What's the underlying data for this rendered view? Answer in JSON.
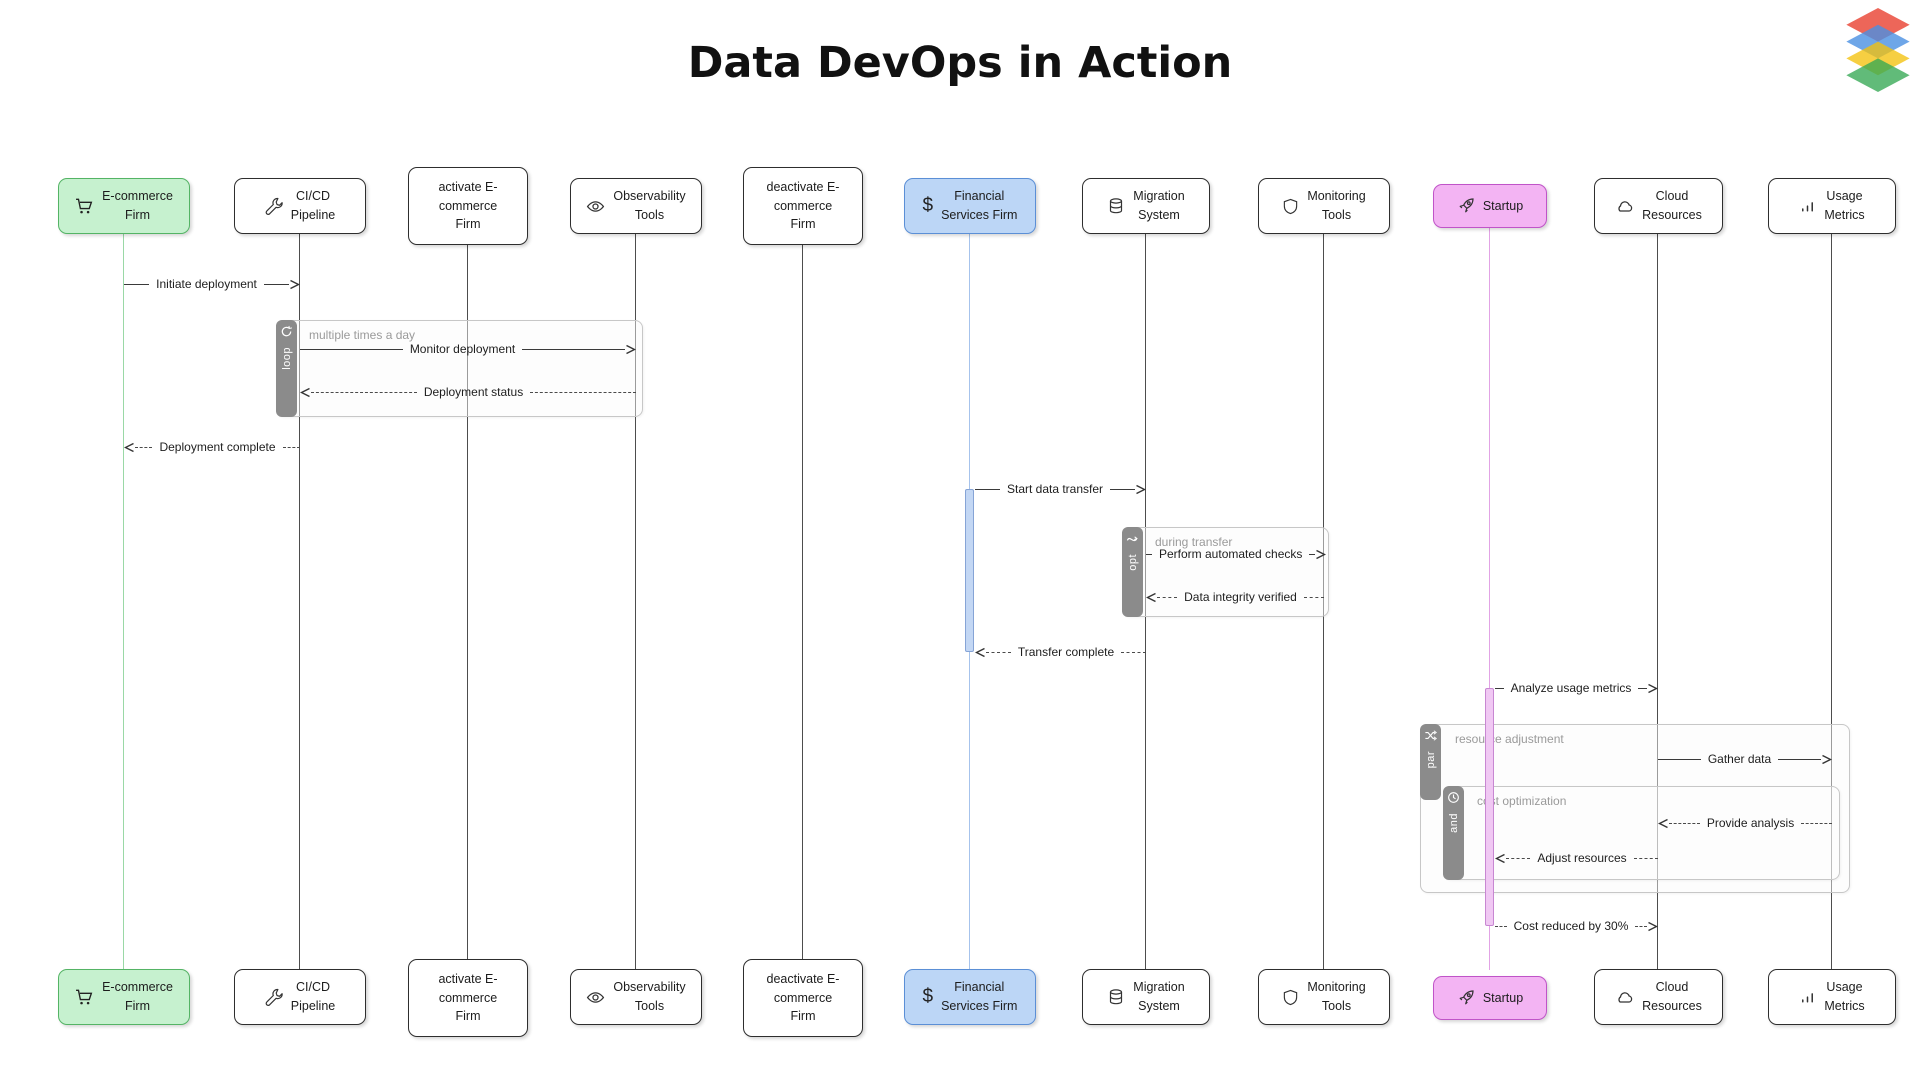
{
  "title": "Data DevOps in Action",
  "actors": [
    {
      "label": "E-commerce\nFirm",
      "icon": "cart-icon",
      "theme": "green",
      "fill": "#c6f1cf",
      "border": "#54b465"
    },
    {
      "label": "CI/CD\nPipeline",
      "icon": "wrench-icon",
      "theme": "white"
    },
    {
      "label": "activate E-\ncommerce\nFirm",
      "icon": "",
      "theme": "white"
    },
    {
      "label": "Observability\nTools",
      "icon": "eye-icon",
      "theme": "white"
    },
    {
      "label": "deactivate E-\ncommerce\nFirm",
      "icon": "",
      "theme": "white"
    },
    {
      "label": "Financial\nServices Firm",
      "icon": "dollar-icon",
      "theme": "blue",
      "fill": "#bcd6f6",
      "border": "#5b8fd6"
    },
    {
      "label": "Migration\nSystem",
      "icon": "database-icon",
      "theme": "white"
    },
    {
      "label": "Monitoring\nTools",
      "icon": "shield-icon",
      "theme": "white"
    },
    {
      "label": "Startup",
      "icon": "rocket-icon",
      "theme": "pink",
      "fill": "#f3b4f3",
      "border": "#c054c8"
    },
    {
      "label": "Cloud\nResources",
      "icon": "cloud-icon",
      "theme": "white"
    },
    {
      "label": "Usage\nMetrics",
      "icon": "bar-chart-icon",
      "theme": "white"
    }
  ],
  "messages": [
    {
      "label": "Initiate deployment",
      "from": "E-commerce Firm",
      "to": "CI/CD Pipeline",
      "style": "solid"
    },
    {
      "label": "Monitor deployment",
      "from": "CI/CD Pipeline",
      "to": "Observability Tools",
      "style": "solid"
    },
    {
      "label": "Deployment status",
      "from": "Observability Tools",
      "to": "CI/CD Pipeline",
      "style": "dashed"
    },
    {
      "label": "Deployment complete",
      "from": "CI/CD Pipeline",
      "to": "E-commerce Firm",
      "style": "dashed"
    },
    {
      "label": "Start data transfer",
      "from": "Financial Services Firm",
      "to": "Migration System",
      "style": "solid"
    },
    {
      "label": "Perform automated checks",
      "from": "Migration System",
      "to": "Monitoring Tools",
      "style": "solid"
    },
    {
      "label": "Data integrity verified",
      "from": "Monitoring Tools",
      "to": "Migration System",
      "style": "dashed"
    },
    {
      "label": "Transfer complete",
      "from": "Migration System",
      "to": "Financial Services Firm",
      "style": "dashed"
    },
    {
      "label": "Analyze usage metrics",
      "from": "Startup",
      "to": "Cloud Resources",
      "style": "solid"
    },
    {
      "label": "Gather data",
      "from": "Cloud Resources",
      "to": "Usage Metrics",
      "style": "solid"
    },
    {
      "label": "Provide analysis",
      "from": "Usage Metrics",
      "to": "Cloud Resources",
      "style": "dashed"
    },
    {
      "label": "Adjust resources",
      "from": "Cloud Resources",
      "to": "Startup",
      "style": "dashed"
    },
    {
      "label": "Cost reduced by 30%",
      "from": "Startup",
      "to": "Cloud Resources",
      "style": "dashed"
    }
  ],
  "frames": [
    {
      "kind": "loop",
      "tab": "loop",
      "label": "multiple times a day"
    },
    {
      "kind": "opt",
      "tab": "opt",
      "label": "during transfer"
    },
    {
      "kind": "par",
      "tab": "par",
      "label": "resource adjustment"
    },
    {
      "kind": "and",
      "tab": "and",
      "label": "cost optimization"
    }
  ],
  "colors": {
    "tab_bg": "#8b8b8b",
    "frame_border": "#c7c7c7",
    "activation_blue": "#c3d7f4",
    "activation_pink": "#f0c8f3"
  }
}
